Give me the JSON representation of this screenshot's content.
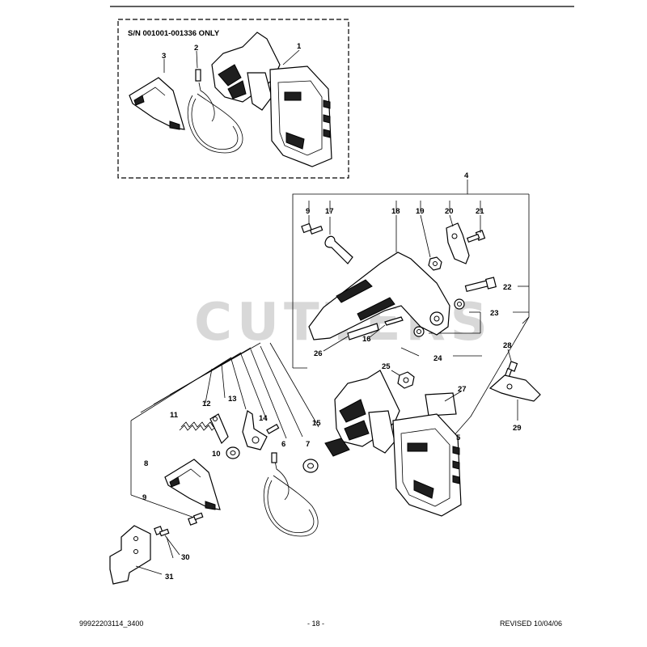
{
  "watermark": "CUTTERS",
  "box_label": "S/N 001001-001336 ONLY",
  "callouts": {
    "c1": "1",
    "c2": "2",
    "c3": "3",
    "c4": "4",
    "c5": "5",
    "c6": "6",
    "c7": "7",
    "c8": "8",
    "c9a": "9",
    "c9b": "9",
    "c10": "10",
    "c11": "11",
    "c12": "12",
    "c13": "13",
    "c14": "14",
    "c15": "15",
    "c16": "16",
    "c17": "17",
    "c18": "18",
    "c19": "19",
    "c20": "20",
    "c21": "21",
    "c22": "22",
    "c23": "23",
    "c24": "24",
    "c25": "25",
    "c26": "26",
    "c27": "27",
    "c28": "28",
    "c29": "29",
    "c30": "30",
    "c31": "31"
  },
  "footer": {
    "doc_number": "99922203114_3400",
    "page": "- 18 -",
    "revision": "REVISED 10/04/06"
  }
}
